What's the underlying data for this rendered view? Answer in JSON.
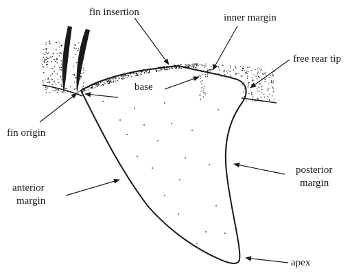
{
  "diagram": {
    "labels": {
      "fin_insertion": "fin insertion",
      "inner_margin": "inner margin",
      "free_rear_tip": "free rear tip",
      "base": "base",
      "fin_origin": "fin origin",
      "posterior_margin_line1": "posterior",
      "posterior_margin_line2": "margin",
      "anterior_margin_line1": "anterior",
      "anterior_margin_line2": "margin",
      "apex": "apex"
    },
    "colors": {
      "ink": "#1a1a1a",
      "background": "#ffffff"
    }
  }
}
